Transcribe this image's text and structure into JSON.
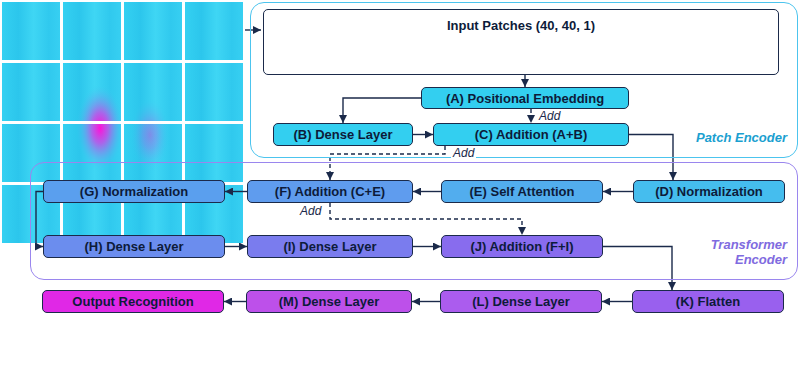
{
  "diagram": {
    "nodes": [
      {
        "text": [
          "Patch Encoder"
        ]
      },
      {
        "text": [
          "Input Patches (40, 40, 1)"
        ],
        "in": 0
      },
      {
        "text": [
          "(A) Positional Embedding"
        ],
        "in": 0
      },
      {
        "text": [
          "(B) Dense Layer"
        ],
        "in": 0
      },
      {
        "text": [
          "(C) Addition (A+B)"
        ],
        "in": 0
      },
      {
        "text": [
          "Transformer Encoder"
        ]
      },
      {
        "text": [
          "(D) Normalization"
        ],
        "in": 5
      },
      {
        "text": [
          "(E) Self Attention"
        ],
        "in": 5
      },
      {
        "text": [
          "(F) Addition (C+E)"
        ],
        "in": 5
      },
      {
        "text": [
          "(G) Normalization"
        ],
        "in": 5
      },
      {
        "text": [
          "(H) Dense Layer"
        ],
        "in": 5
      },
      {
        "text": [
          "(I) Dense Layer"
        ],
        "in": 5
      },
      {
        "text": [
          "(J) Addition (F+I)"
        ],
        "in": 5
      },
      {
        "text": [
          "(K) Flatten"
        ]
      },
      {
        "text": [
          "(L) Dense Layer"
        ]
      },
      {
        "text": [
          "(M) Dense Layer"
        ]
      },
      {
        "text": [
          "Output Recognition"
        ]
      }
    ],
    "edges": [
      {
        "from": 1,
        "to": 2,
        "arrow": "to"
      },
      {
        "from": 2,
        "to": 3,
        "arrow": "to"
      },
      {
        "from": 2,
        "to": 4,
        "label": "Add",
        "arrow": "to"
      },
      {
        "from": 3,
        "to": 4,
        "arrow": "to"
      },
      {
        "from": 4,
        "to": 6,
        "arrow": "to"
      },
      {
        "from": 4,
        "to": 8,
        "label": "Add",
        "arrow": "to"
      },
      {
        "from": 6,
        "to": 7,
        "arrow": "to"
      },
      {
        "from": 7,
        "to": 8,
        "arrow": "to"
      },
      {
        "from": 8,
        "to": 9,
        "arrow": "to"
      },
      {
        "from": 9,
        "to": 10,
        "arrow": "to"
      },
      {
        "from": 10,
        "to": 11,
        "arrow": "to"
      },
      {
        "from": 11,
        "to": 12,
        "arrow": "to"
      },
      {
        "from": 8,
        "to": 12,
        "label": "Add",
        "arrow": "to"
      },
      {
        "from": 12,
        "to": 13,
        "arrow": "to"
      },
      {
        "from": 13,
        "to": 14,
        "arrow": "to"
      },
      {
        "from": 14,
        "to": 15,
        "arrow": "to"
      },
      {
        "from": 15,
        "to": 16,
        "arrow": "to"
      }
    ]
  }
}
